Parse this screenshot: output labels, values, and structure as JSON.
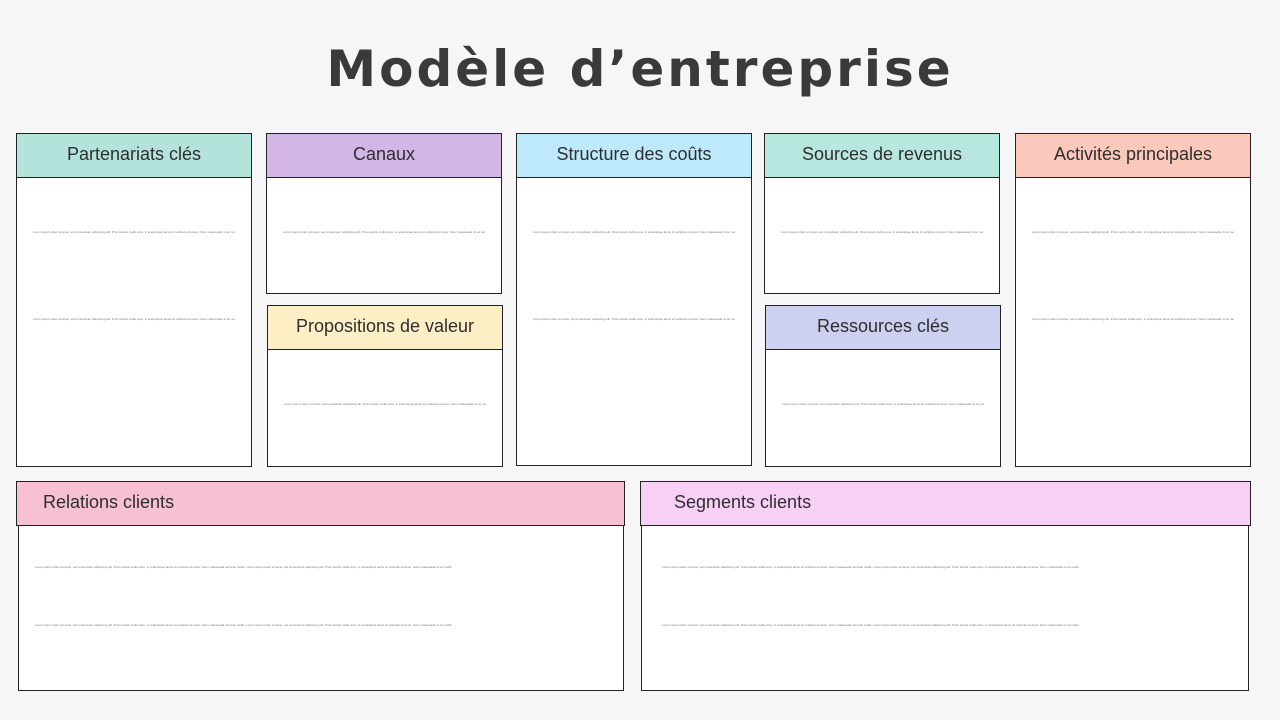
{
  "title": "Modèle d’entreprise",
  "lorem": {
    "short": "Lorem ipsum dolor sit amet, est consectetur adipiscing elit. Proin iaculis mollis arcu, in scelerisque lacus sit vehicula sit amet. Nunc malesuada mi ac mollis",
    "long": "Lorem ipsum dolor sit amet, est consectetur adipiscing elit. Proin iaculis mollis arcu, in scelerisque lacus sit vehicula sit amet. Nunc malesuada nisl ante mollis. Lorem ipsum dolor sit amet, est consectetur adipiscing elit. Proin iaculis mollis arcu, in scelerisque lacus sit vehicula sit amet. Nunc malesuada mi ac mollis"
  },
  "blocks": {
    "partenariats": {
      "label": "Partenariats clés",
      "color": "#b4e3dc"
    },
    "canaux": {
      "label": "Canaux",
      "color": "#d2b6e6"
    },
    "couts": {
      "label": "Structure des coûts",
      "color": "#bde9fb"
    },
    "revenus": {
      "label": "Sources de revenus",
      "color": "#b8e7df"
    },
    "activites": {
      "label": "Activités principales",
      "color": "#fbc9bb"
    },
    "propositions": {
      "label": "Propositions de valeur",
      "color": "#fdefc5"
    },
    "ressources": {
      "label": "Ressources clés",
      "color": "#cdd1ef"
    },
    "relations": {
      "label": "Relations clients",
      "color": "#f8c1d2"
    },
    "segments": {
      "label": "Segments clients",
      "color": "#f9d0f5"
    }
  }
}
